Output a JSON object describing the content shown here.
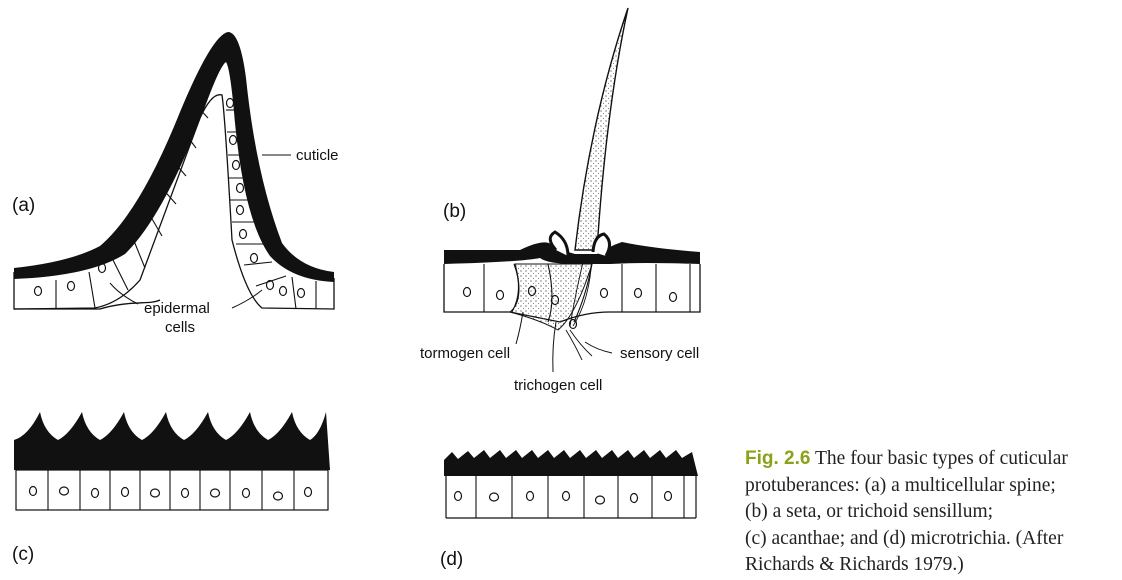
{
  "figure": {
    "panels": {
      "a": {
        "label": "(a)",
        "cuticle_label": "cuticle",
        "epidermal_label_line1": "epidermal",
        "epidermal_label_line2": "cells"
      },
      "b": {
        "label": "(b)",
        "tormogen_label": "tormogen cell",
        "trichogen_label": "trichogen cell",
        "sensory_label": "sensory cell"
      },
      "c": {
        "label": "(c)"
      },
      "d": {
        "label": "(d)"
      }
    },
    "caption": {
      "number": "Fig. 2.6",
      "line1": "The four basic types of cuticular",
      "line2": "protuberances: (a) a multicellular spine;",
      "line3": "(b) a seta, or trichoid sensillum;",
      "line4": "(c) acanthae; and (d) microtrichia. (After",
      "line5": "Richards & Richards 1979.)"
    },
    "colors": {
      "ink": "#111111",
      "caption_number": "#8aa21a"
    }
  }
}
